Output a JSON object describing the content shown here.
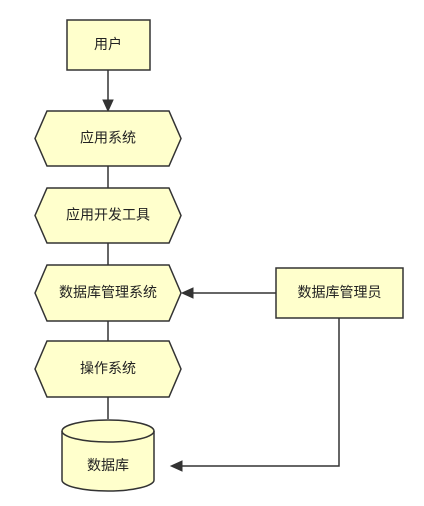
{
  "nodes": {
    "user": "用户",
    "app_system": "应用系统",
    "dev_tools": "应用开发工具",
    "dbms": "数据库管理系统",
    "os": "操作系统",
    "database": "数据库",
    "dba": "数据库管理员"
  },
  "colors": {
    "node_fill": "#ffffcc",
    "stroke": "#333333"
  }
}
